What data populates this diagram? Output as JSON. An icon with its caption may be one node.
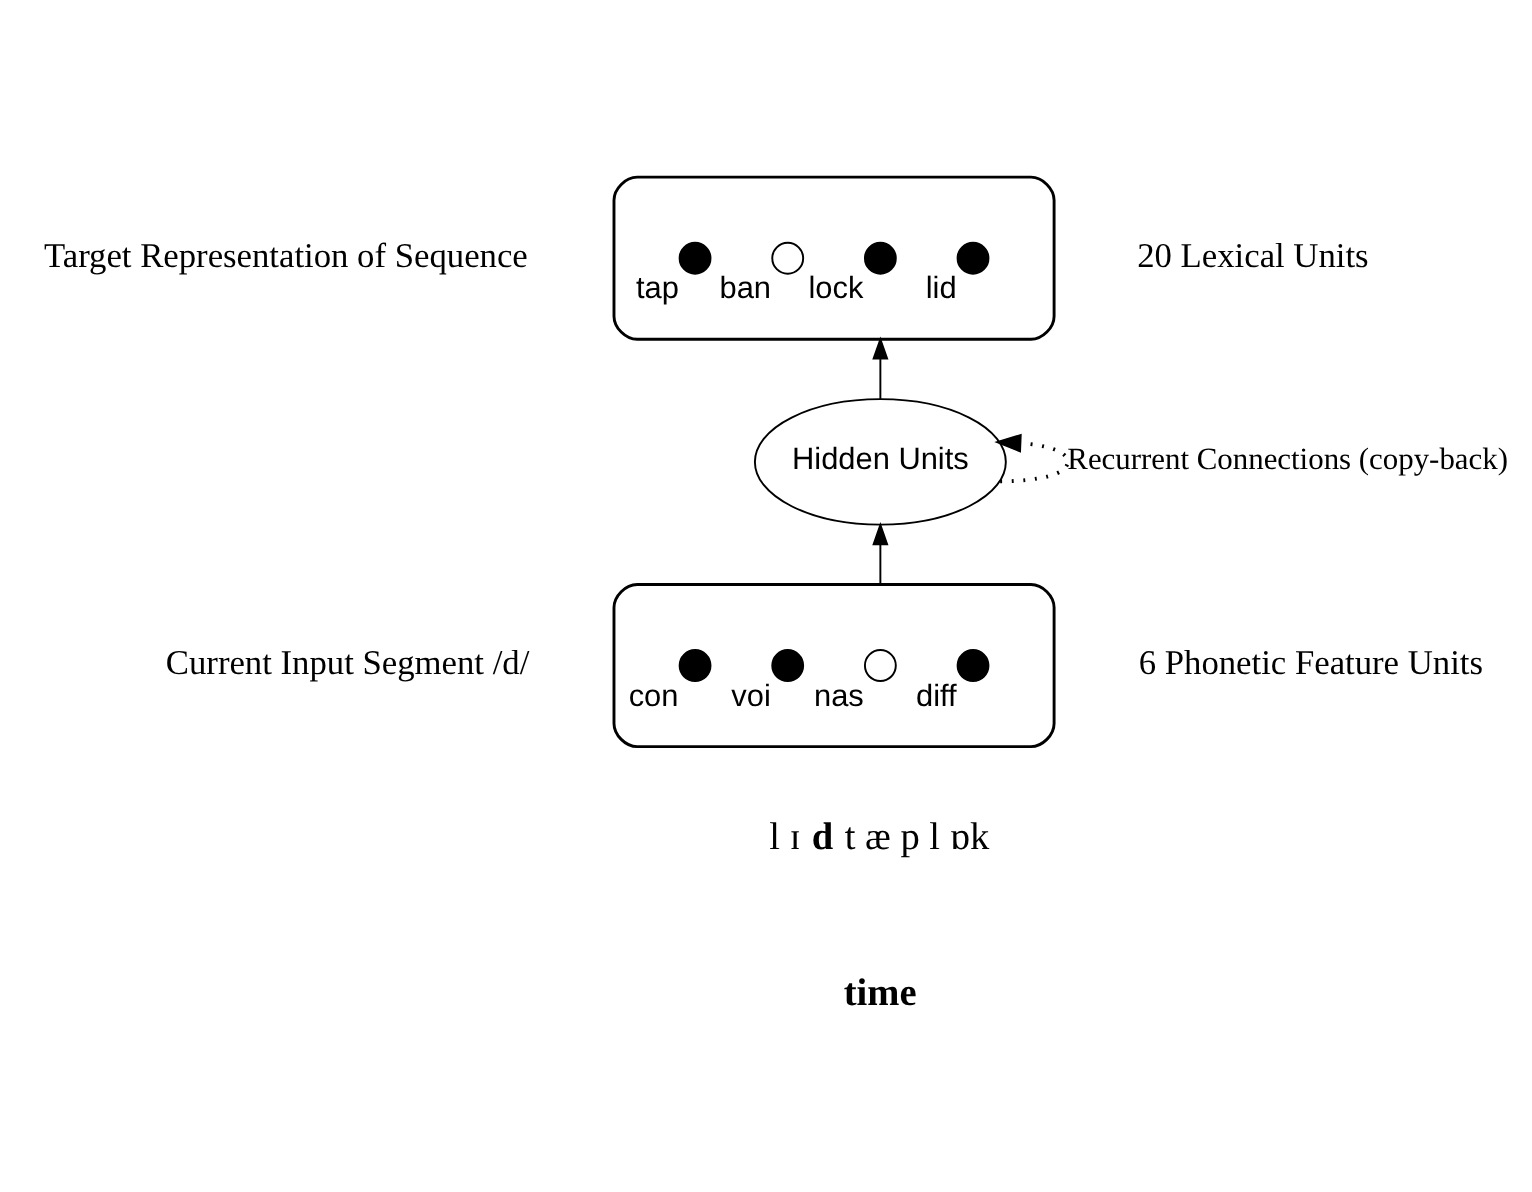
{
  "diagram": {
    "nodes": [
      {
        "text": [],
        "shape": "ellipse",
        "beside": [
          "Target Representation of Sequence",
          "20 Lexical Units"
        ]
      },
      {
        "text": [],
        "shape": "dot",
        "in": 0,
        "beside": [
          "tap"
        ]
      },
      {
        "text": [],
        "shape": "circle",
        "in": 0,
        "beside": [
          "ban"
        ]
      },
      {
        "text": [],
        "shape": "dot",
        "in": 0,
        "beside": [
          "lock"
        ]
      },
      {
        "text": [],
        "shape": "dot",
        "in": 0,
        "beside": [
          "lid"
        ]
      },
      {
        "text": [
          "Hidden Units"
        ]
      },
      {
        "text": [],
        "shape": "ellipse",
        "beside": [
          "Current Input Segment /d/",
          "6 Phonetic Feature Units"
        ]
      },
      {
        "text": [],
        "shape": "dot",
        "in": 6,
        "beside": [
          "con"
        ]
      },
      {
        "text": [],
        "shape": "dot",
        "in": 6,
        "beside": [
          "voi"
        ]
      },
      {
        "text": [],
        "shape": "circle",
        "in": 6,
        "beside": [
          "nas"
        ]
      },
      {
        "text": [],
        "shape": "dot",
        "in": 6,
        "beside": [
          "diff"
        ]
      }
    ],
    "edges": [
      {
        "from": 6,
        "to": 5,
        "arrow": "to"
      },
      {
        "from": 5,
        "to": 0,
        "arrow": "to"
      },
      {
        "from": 5,
        "to": 5,
        "arrow": "to",
        "style": "dashed",
        "label": "Recurrent Connections (copy-back)"
      }
    ],
    "labels": [
      "l ɪ **d** t æ p l ɒk",
      "**time**"
    ]
  }
}
